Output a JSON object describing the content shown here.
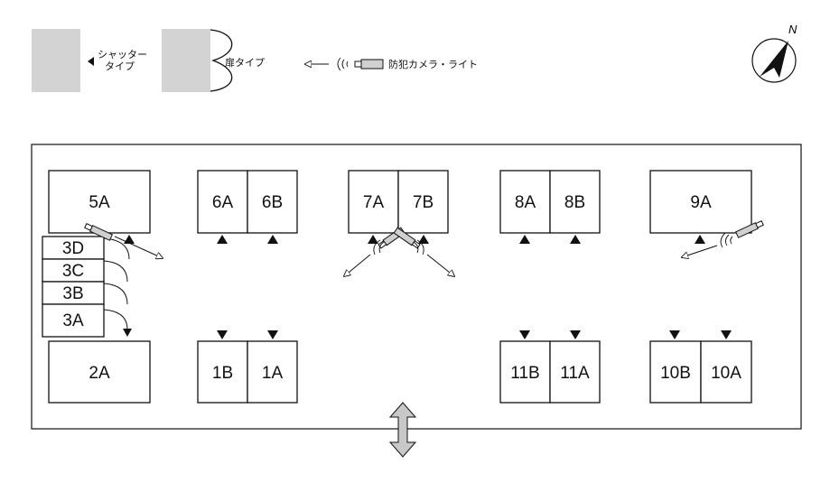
{
  "colors": {
    "stroke": "#111111",
    "legend_fill": "#d3d3d3",
    "arrow_fill": "#c8c8c8",
    "camera_fill": "#d0d0d0"
  },
  "legend": {
    "shutter_line1": "シャッター",
    "shutter_line2": "タイプ",
    "door": "扉タイプ",
    "camera": "防犯カメラ・ライト"
  },
  "compass": {
    "north": "N"
  },
  "units": {
    "u5A": "5A",
    "u6A": "6A",
    "u6B": "6B",
    "u7A": "7A",
    "u7B": "7B",
    "u8A": "8A",
    "u8B": "8B",
    "u9A": "9A",
    "u3D": "3D",
    "u3C": "3C",
    "u3B": "3B",
    "u3A": "3A",
    "u2A": "2A",
    "u1B": "1B",
    "u1A": "1A",
    "u11B": "11B",
    "u11A": "11A",
    "u10B": "10B",
    "u10A": "10A"
  },
  "icons": {
    "shutter_marker": "triangle-icon",
    "camera": "camera-icon",
    "compass": "compass-icon",
    "entrance": "double-arrow-icon"
  }
}
